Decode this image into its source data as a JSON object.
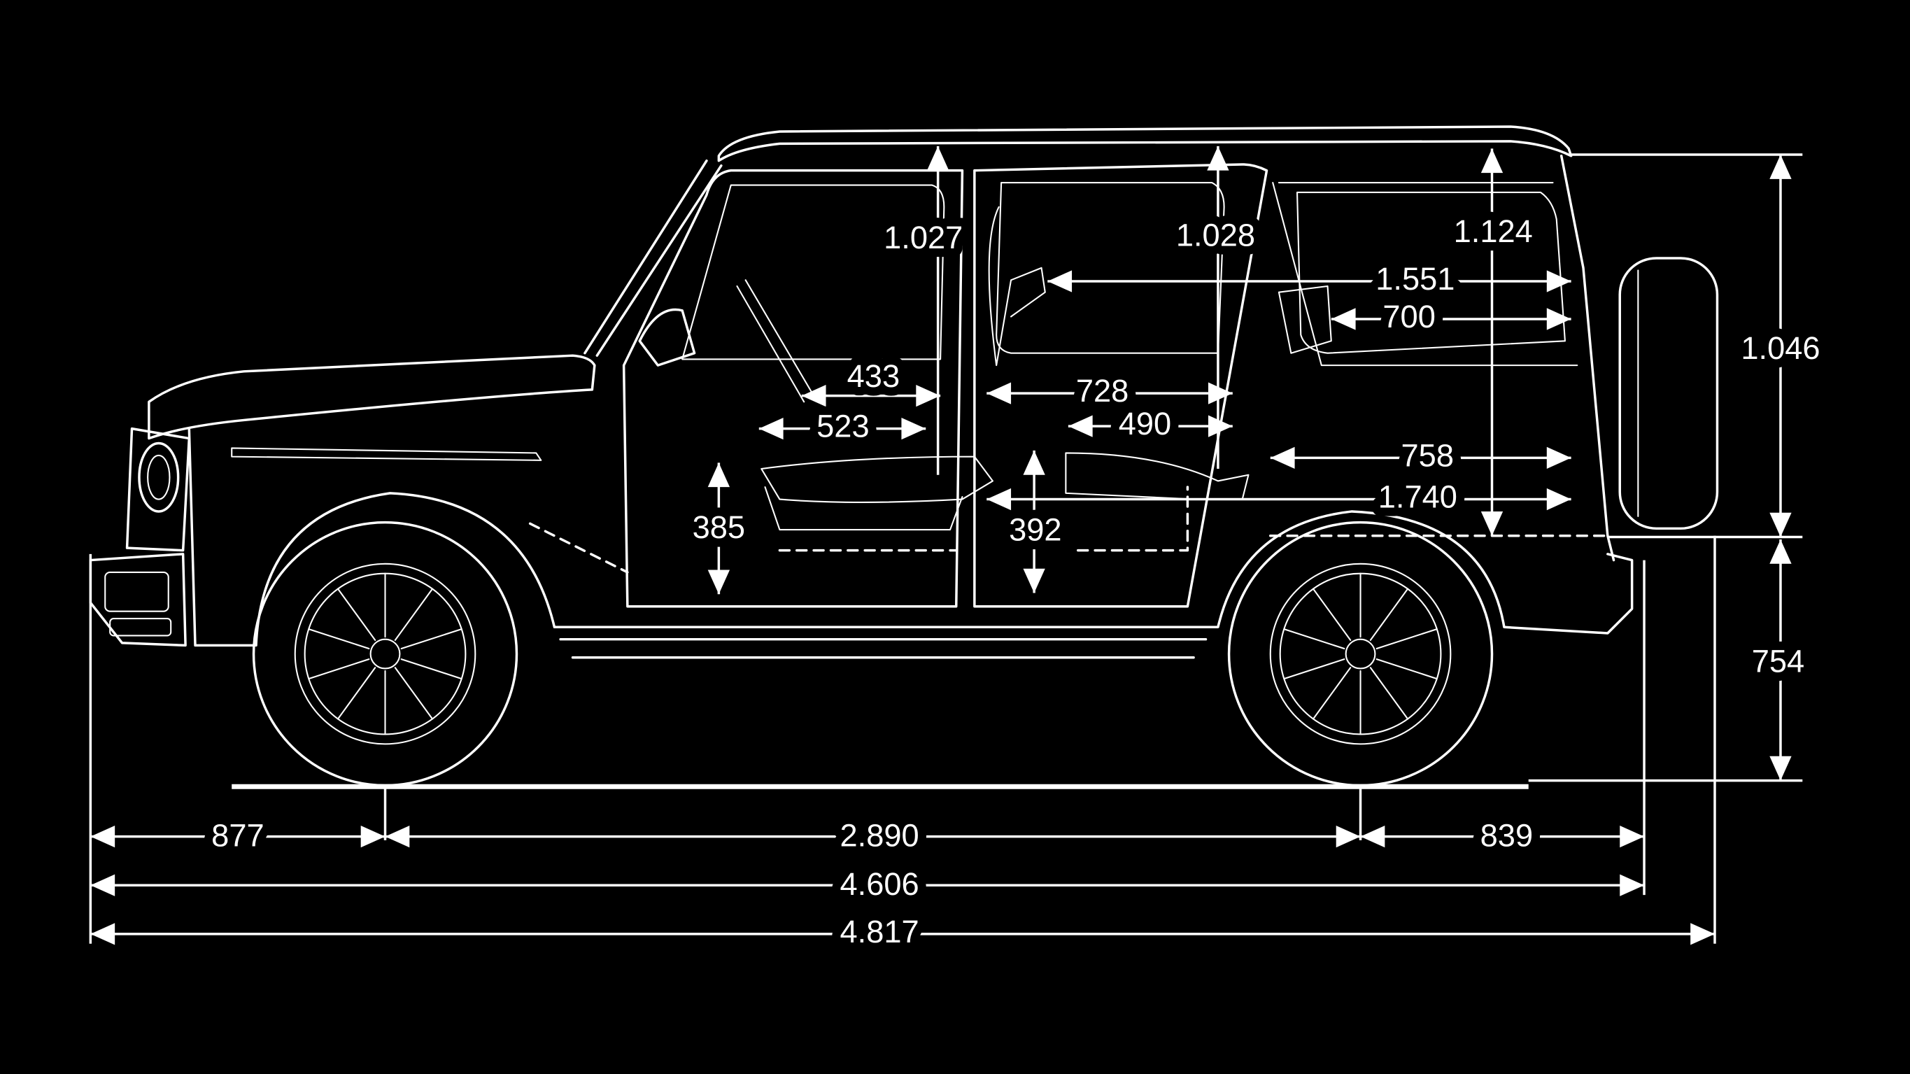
{
  "title": "Vehicle side view dimensions drawing",
  "colors": {
    "background": "#000000",
    "lines": "#ffffff"
  },
  "dimensions": {
    "headroom_front": "1.027",
    "headroom_rear": "1.028",
    "cargo_height": "1.124",
    "cargo_length_rear_seat_up": "1.551",
    "cargo_length_floor_short": "700",
    "front_knee": "433",
    "front_seat_depth": "523",
    "rear_legroom": "728",
    "rear_seat_depth": "490",
    "cargo_floor_length": "758",
    "cargo_length_folded": "1.740",
    "front_seat_height": "385",
    "rear_seat_height": "392",
    "body_height_upper": "1.046",
    "body_height_lower": "754",
    "front_overhang": "877",
    "wheelbase": "2.890",
    "rear_overhang": "839",
    "length_without_spare": "4.606",
    "overall_length": "4.817"
  }
}
